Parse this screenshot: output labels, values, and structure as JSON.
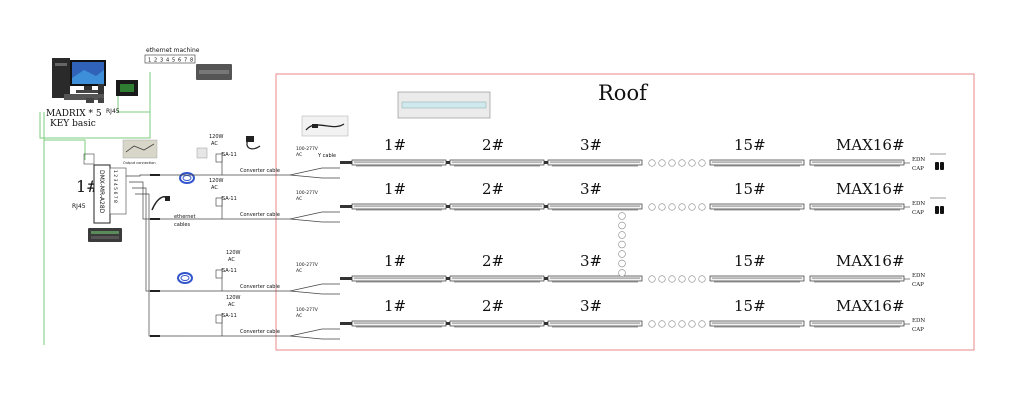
{
  "roof_title": "Roof",
  "computer_label_line1": "MADRIX * 5",
  "computer_label_line2": "KEY basic",
  "ethernet_machine_label": "ethernet machine",
  "ethernet_ports": [
    "1",
    "2",
    "3",
    "4",
    "5",
    "6",
    "7",
    "8"
  ],
  "rj45_label": "RJ45",
  "controller_number": "1#",
  "controller_model": "DMX-MR-A28D",
  "controller_ports": "1 2 3 4 5 6 7 8",
  "output_connection_label": "Output connection",
  "ethernet_cables_label_line1": "ethernet",
  "ethernet_cables_label_line2": "cables",
  "power_watt": "120W",
  "power_ac": "AC",
  "sa_label": "SA-11",
  "converter_cable_label": "Converter cable",
  "voltage_label": "100-277V",
  "y_cable_label": "Y cable",
  "fixture_labels": [
    "1#",
    "2#",
    "3#",
    "15#",
    "MAX16#"
  ],
  "end_cap_line1": "EDN",
  "end_cap_line2": "CAP",
  "colors": {
    "roof_border": "#e88a8a",
    "roof_title": "#e0302a",
    "network_line": "#7ccd7c",
    "wire": "#444444"
  }
}
